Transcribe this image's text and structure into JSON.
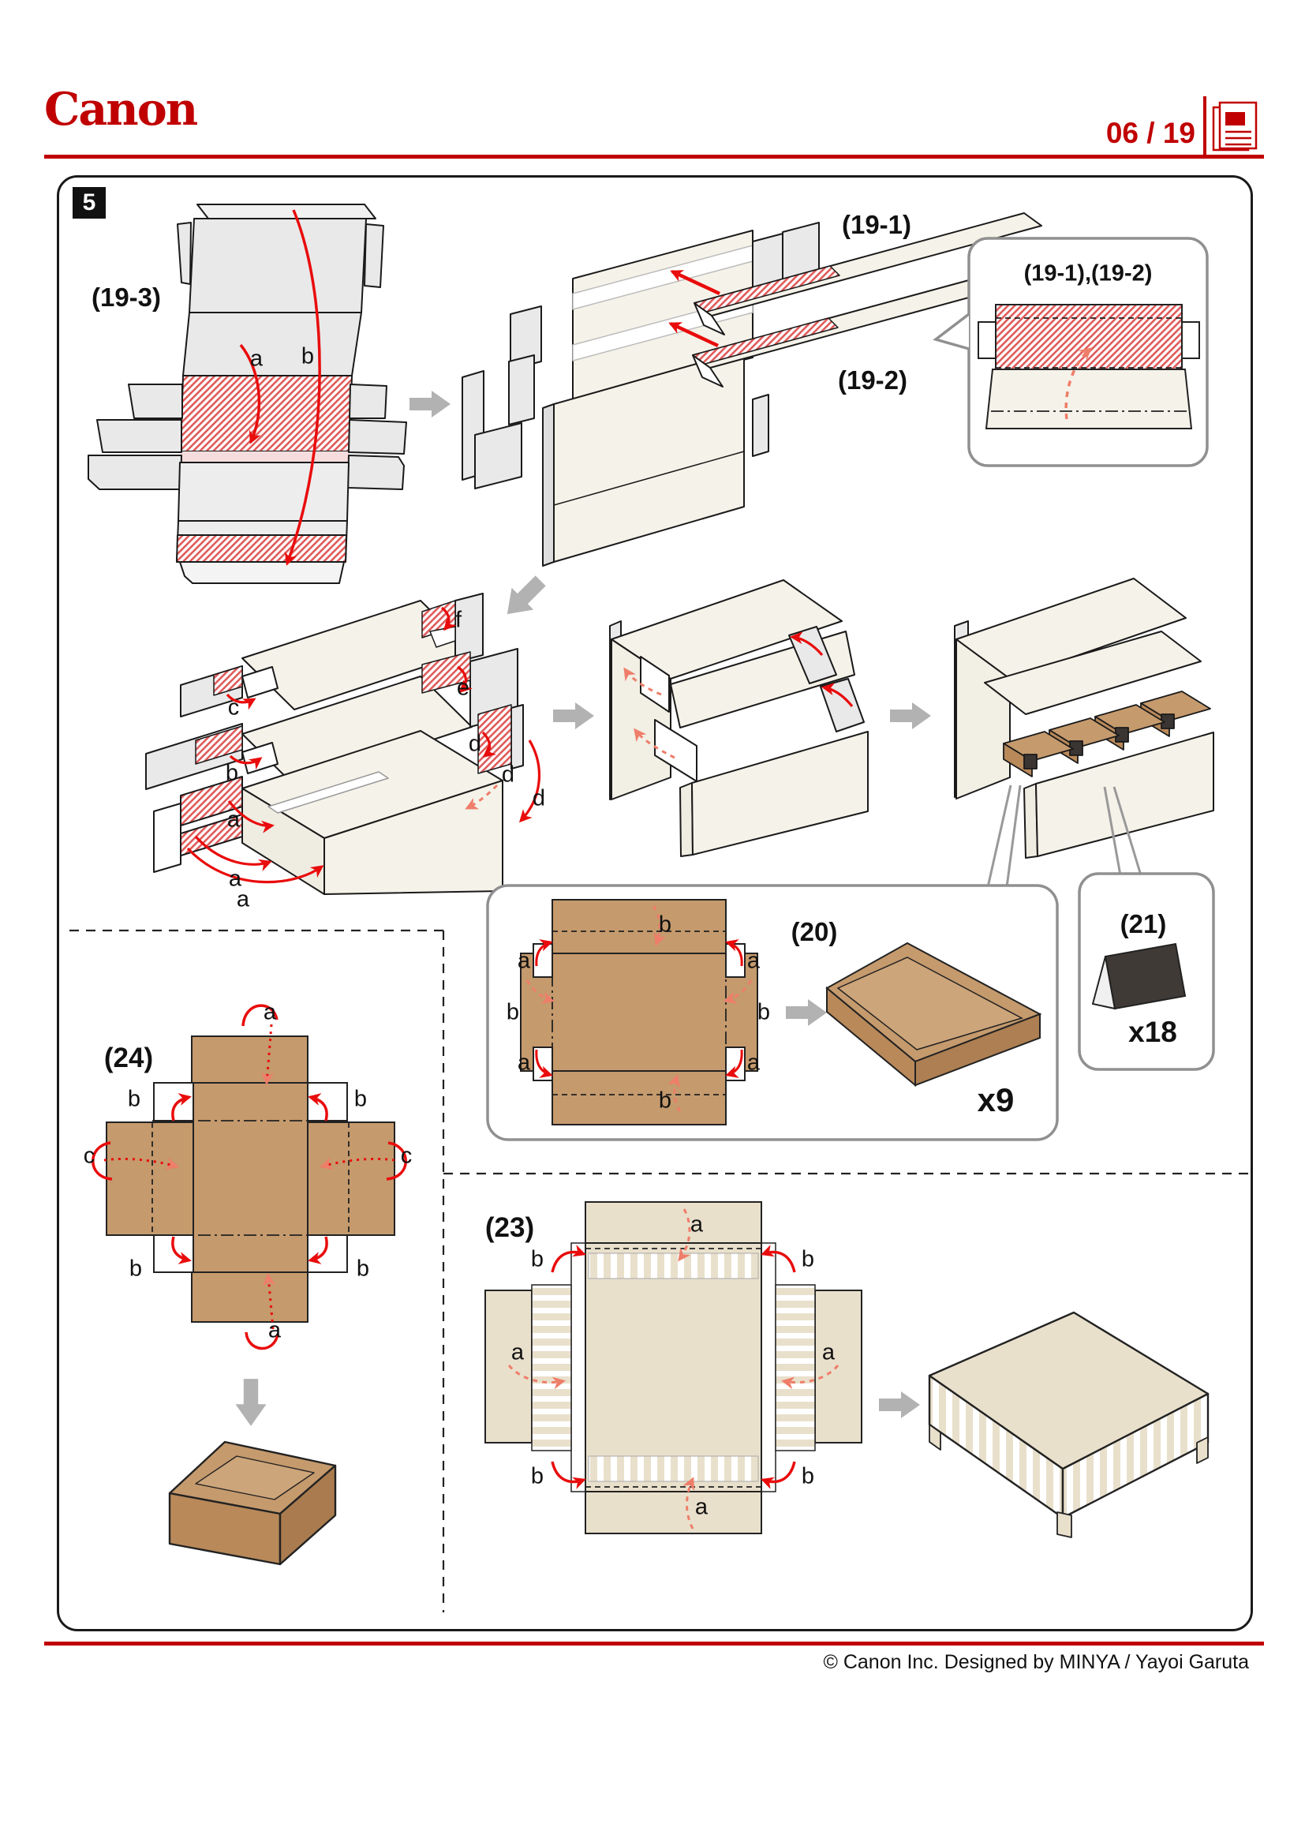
{
  "header": {
    "brand": "Canon",
    "page_indicator": "06 / 19"
  },
  "step_badge": "5",
  "panels": {
    "p19_3": {
      "title": "(19-3)",
      "labels": [
        "a",
        "b"
      ]
    },
    "insertion": {
      "strip1": "(19-1)",
      "strip2": "(19-2)"
    },
    "callout19": {
      "title": "(19-1),(19-2)"
    },
    "exploded": {
      "labels": [
        "c",
        "b",
        "a",
        "a",
        "a",
        "f",
        "e",
        "d",
        "d",
        "d"
      ]
    },
    "p20": {
      "title": "(20)",
      "labels": [
        "b",
        "a",
        "a",
        "b",
        "b",
        "a",
        "a",
        "b"
      ],
      "count": "x9"
    },
    "p21": {
      "title": "(21)",
      "count": "x18"
    },
    "p24": {
      "title": "(24)",
      "labels": [
        "a",
        "b",
        "b",
        "c",
        "c",
        "b",
        "b",
        "a"
      ]
    },
    "p23": {
      "title": "(23)",
      "labels": [
        "a",
        "b",
        "b",
        "a",
        "a",
        "b",
        "b",
        "a"
      ]
    }
  },
  "footer": {
    "copyright": "© Canon Inc. Designed by MINYA / Yayoi Garuta"
  },
  "colors": {
    "accent_red": "#c00000",
    "arrow_red": "#e90c0c",
    "arrow_coral": "#ee7e6a",
    "hatch_red": "#e05a5a",
    "kraft_brown": "#c59a6d",
    "beige": "#e9e0cc",
    "cream": "#f5f2e9",
    "panel_gray": "#e9e9e9",
    "gray_arrow": "#b2b2b2",
    "callout_border": "#909090"
  }
}
